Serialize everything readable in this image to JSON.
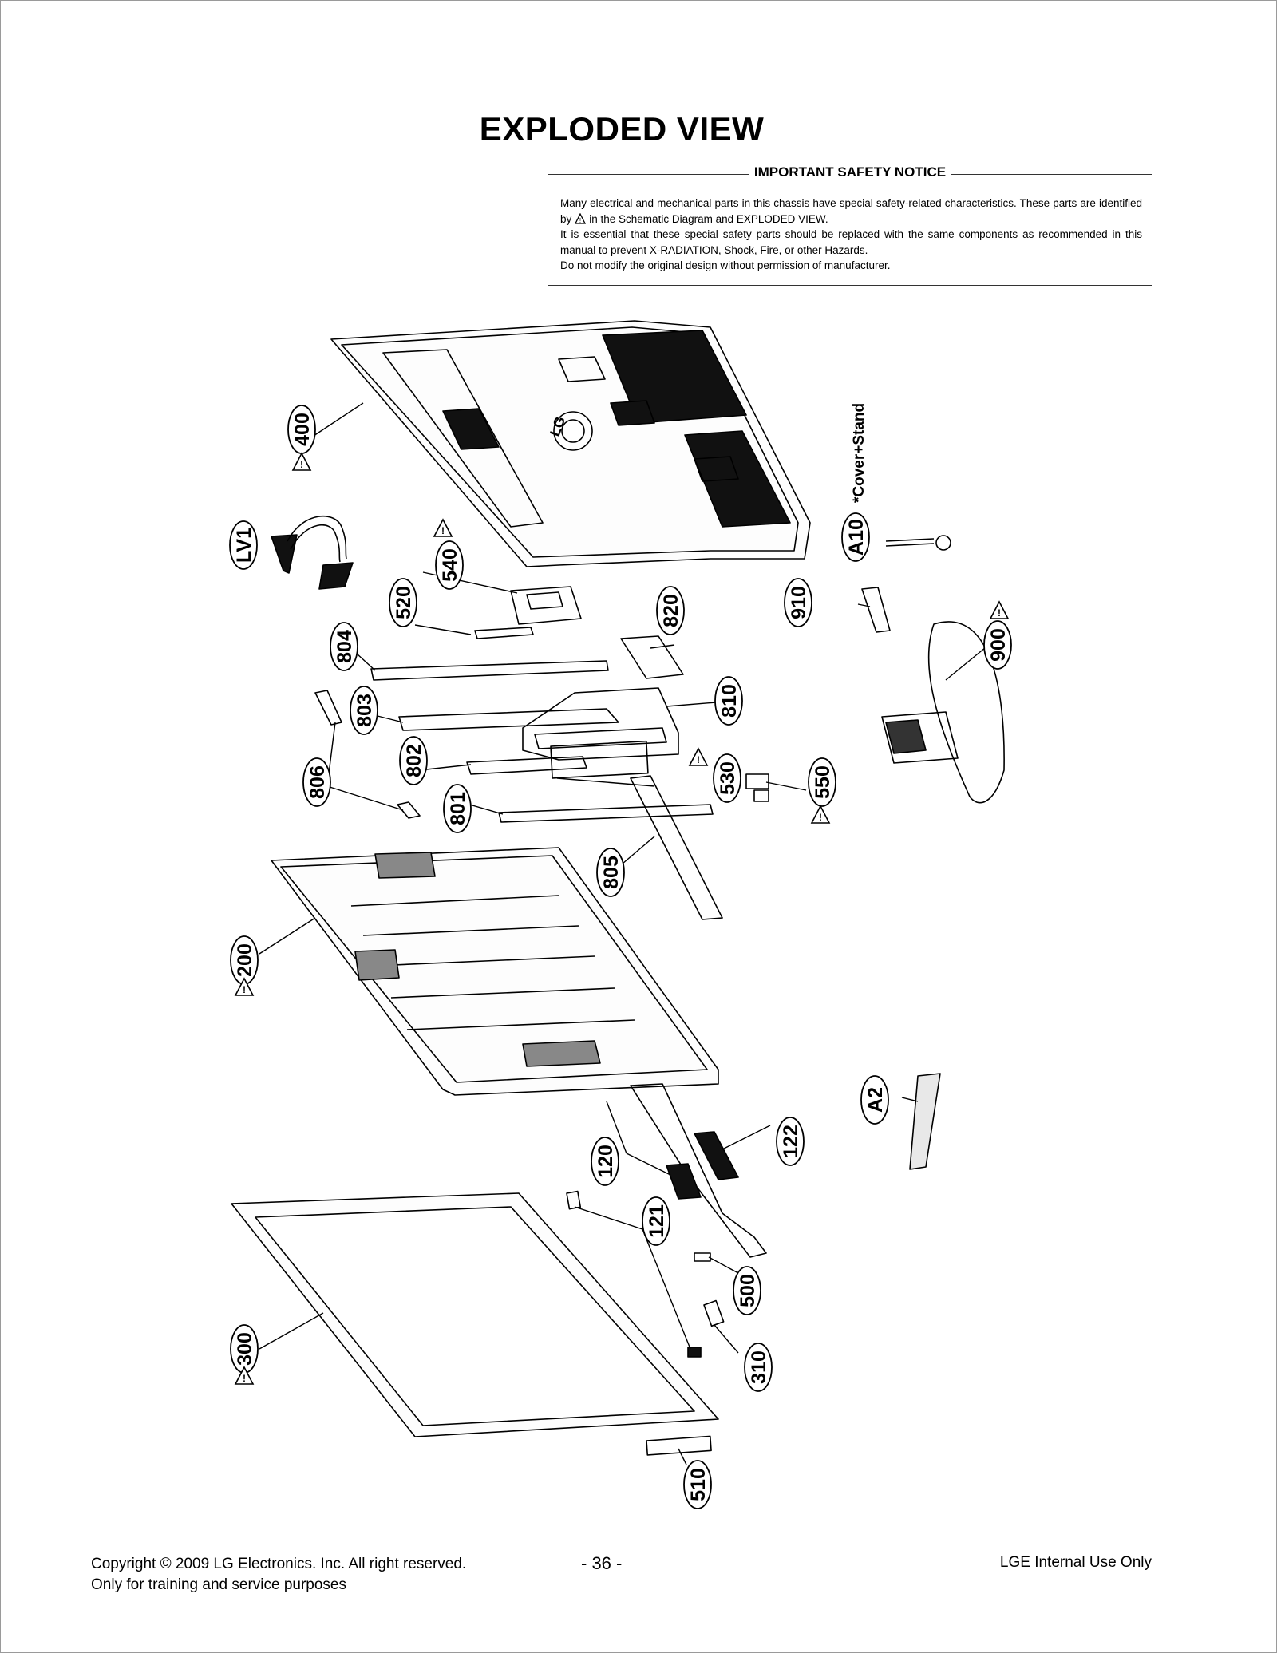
{
  "title": "EXPLODED VIEW",
  "safety_notice": {
    "heading": "IMPORTANT SAFETY NOTICE",
    "line1": "Many electrical and mechanical parts in this chassis have special safety-related characteristics. These parts are identified by",
    "line1_tail": "in the Schematic Diagram and EXPLODED VIEW.",
    "line2": "It is essential that these special safety parts should be replaced with the same components as recommended in this manual to prevent X-RADIATION, Shock, Fire, or other Hazards.",
    "line3": "Do not modify the original design without permission of manufacturer."
  },
  "diagram": {
    "logo_text": "LG",
    "cover_stand_note": "*Cover+Stand",
    "callouts": {
      "p400": "400",
      "lv1": "LV1",
      "p540": "540",
      "p520": "520",
      "p820": "820",
      "p804": "804",
      "p803": "803",
      "p802": "802",
      "p810": "810",
      "p806": "806",
      "p801": "801",
      "p530": "530",
      "p550": "550",
      "p805": "805",
      "p200": "200",
      "a10": "A10",
      "p910": "910",
      "p900": "900",
      "a2": "A2",
      "p120": "120",
      "p122": "122",
      "p121": "121",
      "p500": "500",
      "p300": "300",
      "p310": "310",
      "p510": "510"
    },
    "safety_marked_parts": [
      "400",
      "540",
      "530",
      "550",
      "200",
      "300",
      "900"
    ]
  },
  "footer": {
    "copyright": "Copyright © 2009 LG Electronics. Inc. All right reserved.",
    "training": "Only for training and service purposes",
    "page": "- 36 -",
    "internal": "LGE Internal Use Only"
  }
}
